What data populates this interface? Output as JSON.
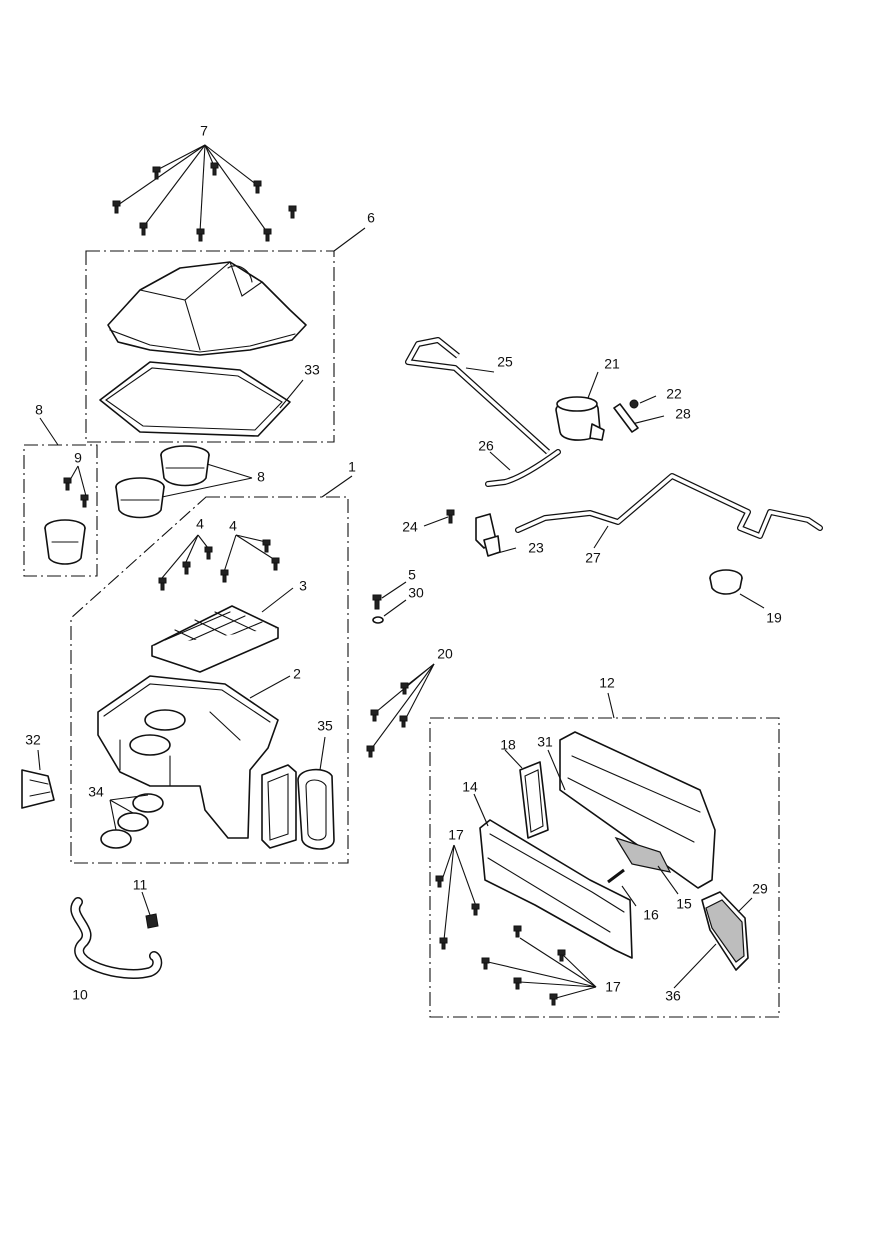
{
  "diagram": {
    "callouts": {
      "n1": "1",
      "n2": "2",
      "n3": "3",
      "n4a": "4",
      "n4b": "4",
      "n5": "5",
      "n6": "6",
      "n7": "7",
      "n8a": "8",
      "n8b": "8",
      "n9": "9",
      "n10": "10",
      "n11": "11",
      "n12": "12",
      "n14": "14",
      "n15": "15",
      "n16": "16",
      "n17a": "17",
      "n17b": "17",
      "n18": "18",
      "n19": "19",
      "n20": "20",
      "n21": "21",
      "n22": "22",
      "n23": "23",
      "n24": "24",
      "n25": "25",
      "n26": "26",
      "n27": "27",
      "n28": "28",
      "n29": "29",
      "n30": "30",
      "n31": "31",
      "n32": "32",
      "n33": "33",
      "n34": "34",
      "n35": "35",
      "n36": "36"
    }
  }
}
